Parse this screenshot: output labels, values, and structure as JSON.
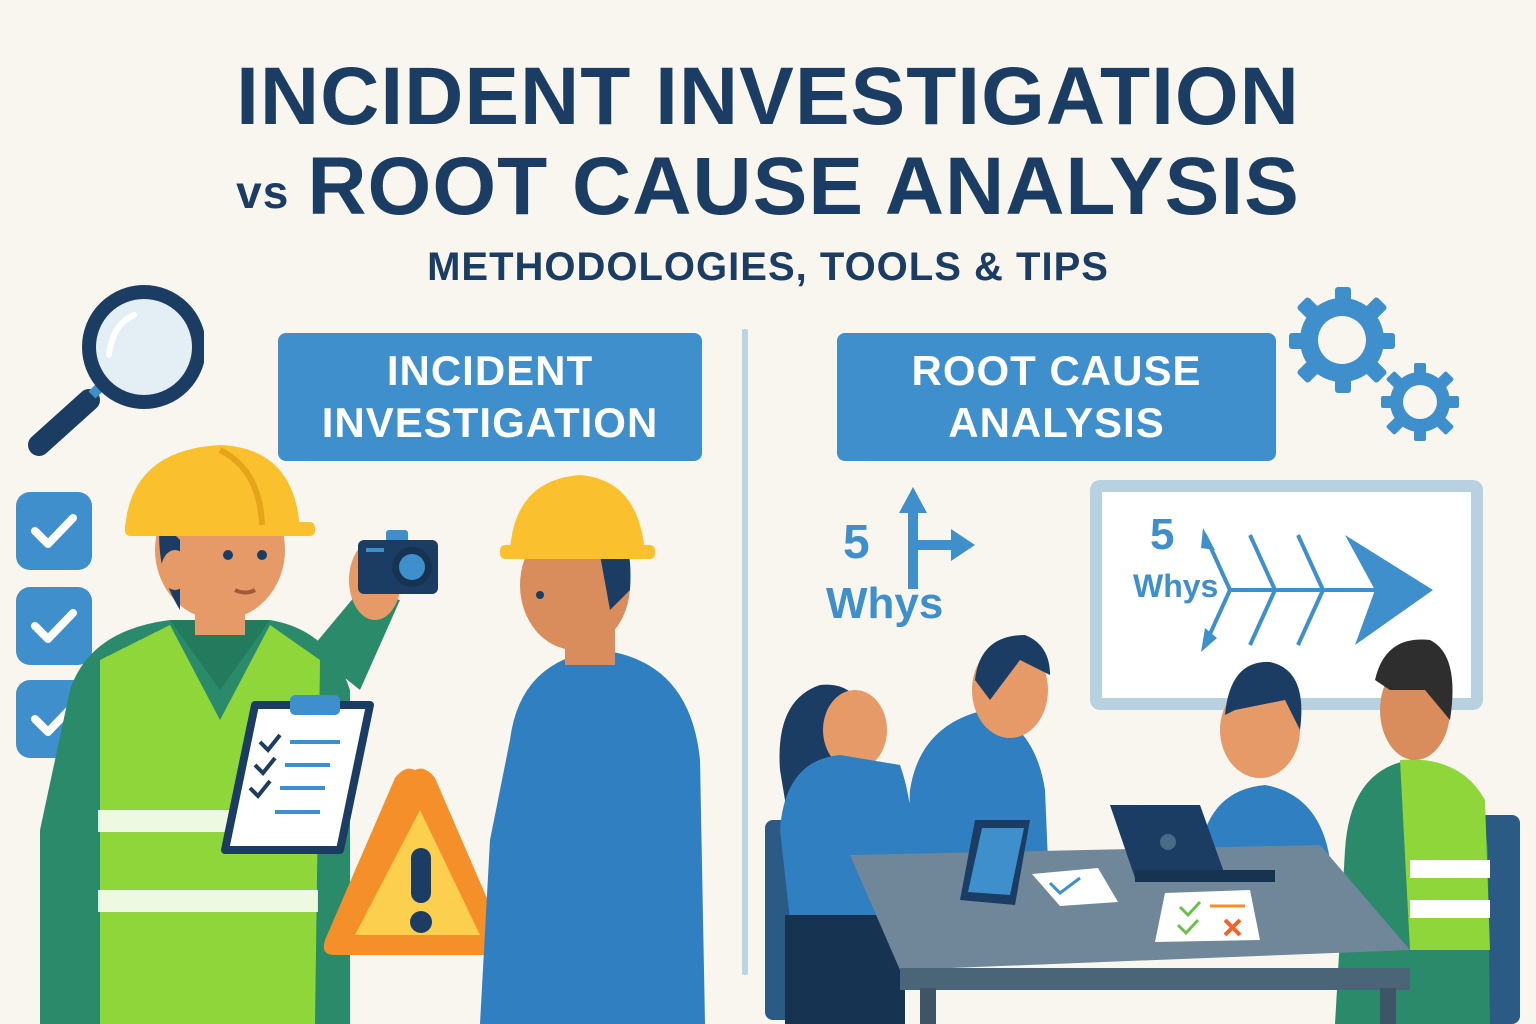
{
  "header": {
    "title_line1": "INCIDENT INVESTIGATION",
    "title_vs": "vs",
    "title_line2": "ROOT CAUSE ANALYSIS",
    "subtitle": "METHODOLOGIES, TOOLS & TIPS"
  },
  "left_section": {
    "label_line1": "INCIDENT",
    "label_line2": "INVESTIGATION",
    "icons": [
      "magnifying-glass-icon",
      "checkbox-icon",
      "checkbox-icon",
      "checkbox-icon",
      "camera-icon",
      "clipboard-icon",
      "warning-icon"
    ]
  },
  "right_section": {
    "label_line1": "ROOT CAUSE",
    "label_line2": "ANALYSIS",
    "whys_number": "5",
    "whys_label": "Whys",
    "board_number": "5",
    "board_label": "Whys",
    "icons": [
      "gears-icon",
      "arrows-icon",
      "fishbone-diagram-icon",
      "laptop-icon",
      "tablet-icon",
      "document-icon"
    ]
  },
  "colors": {
    "background": "#f9f6f0",
    "title": "#1b3d63",
    "accent_blue": "#3e8fcb",
    "divider": "#bdd3e2",
    "hardhat_yellow": "#fbc02d",
    "vest_green": "#8fd63a",
    "warning_orange": "#f58f29"
  }
}
